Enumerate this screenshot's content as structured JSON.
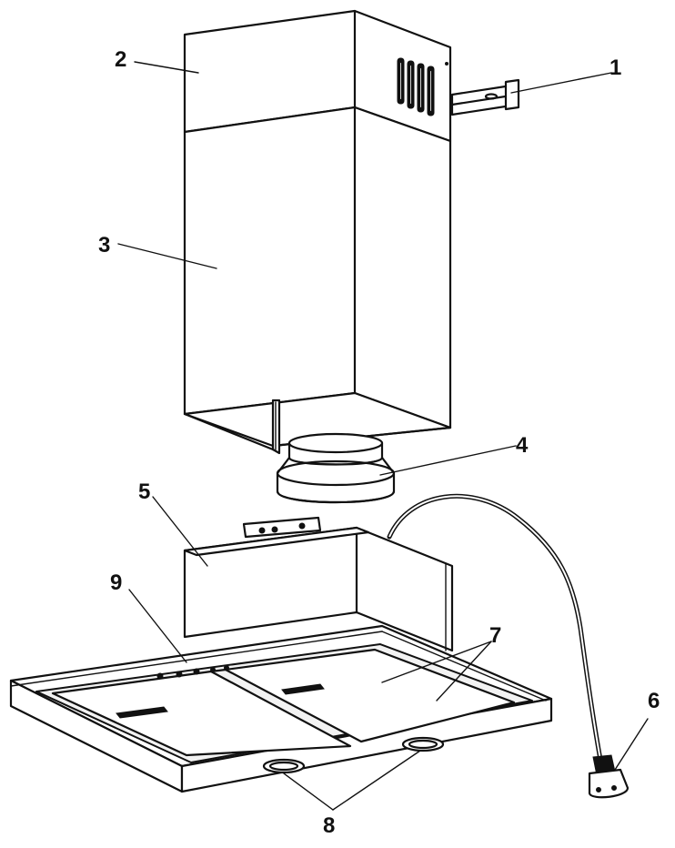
{
  "callouts": [
    {
      "label": "1"
    },
    {
      "label": "2"
    },
    {
      "label": "3"
    },
    {
      "label": "4"
    },
    {
      "label": "5"
    },
    {
      "label": "6"
    },
    {
      "label": "7"
    },
    {
      "label": "8"
    },
    {
      "label": "9"
    }
  ],
  "colors": {
    "line": "#111111",
    "background": "#ffffff"
  }
}
